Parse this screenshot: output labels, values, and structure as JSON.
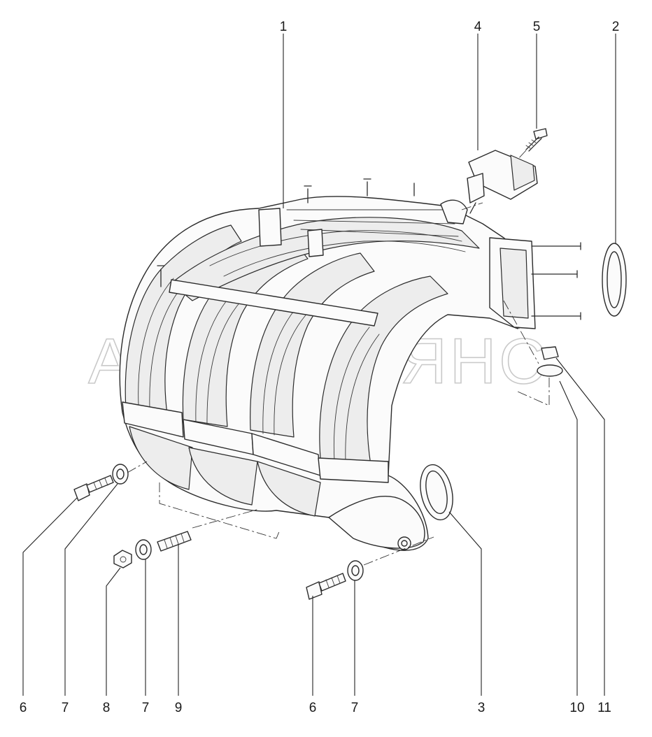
{
  "watermark": "АВТОАЛЬЯНС",
  "callouts": {
    "c1": "1",
    "c2": "2",
    "c3": "3",
    "c4": "4",
    "c5": "5",
    "c6a": "6",
    "c7a": "7",
    "c8": "8",
    "c7b": "7",
    "c9": "9",
    "c6b": "6",
    "c7c": "7",
    "c10": "10",
    "c11": "11"
  }
}
